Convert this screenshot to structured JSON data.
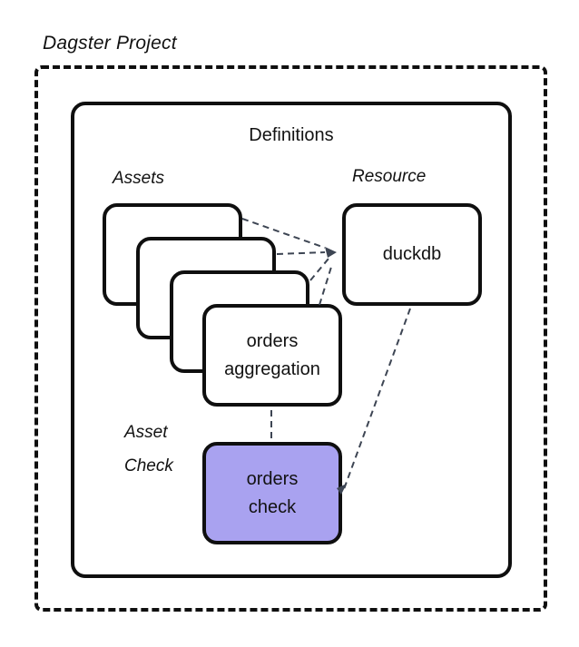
{
  "diagram": {
    "project_label": "Dagster Project",
    "definitions_label": "Definitions",
    "groups": {
      "assets_label": "Assets",
      "resource_label": "Resource",
      "asset_check_label": "Asset\nCheck"
    },
    "nodes": {
      "asset_card_label": "orders\naggregation",
      "resource_card_label": "duckdb",
      "asset_check_card_label": "orders\ncheck"
    },
    "edges": [
      {
        "from": "asset-card-back-1",
        "to": "duckdb",
        "style": "dashed"
      },
      {
        "from": "asset-card-back-2",
        "to": "duckdb",
        "style": "dashed"
      },
      {
        "from": "asset-card-back-3",
        "to": "duckdb",
        "style": "dashed"
      },
      {
        "from": "orders aggregation",
        "to": "duckdb",
        "style": "dashed"
      },
      {
        "from": "orders aggregation",
        "to": "orders check",
        "style": "dashed"
      },
      {
        "from": "duckdb",
        "to": "orders check",
        "style": "dashed"
      }
    ]
  },
  "colors": {
    "border": "#0f0f0f",
    "connector": "#3d4553",
    "asset_check_fill": "#a9a2f0",
    "background": "#ffffff"
  }
}
